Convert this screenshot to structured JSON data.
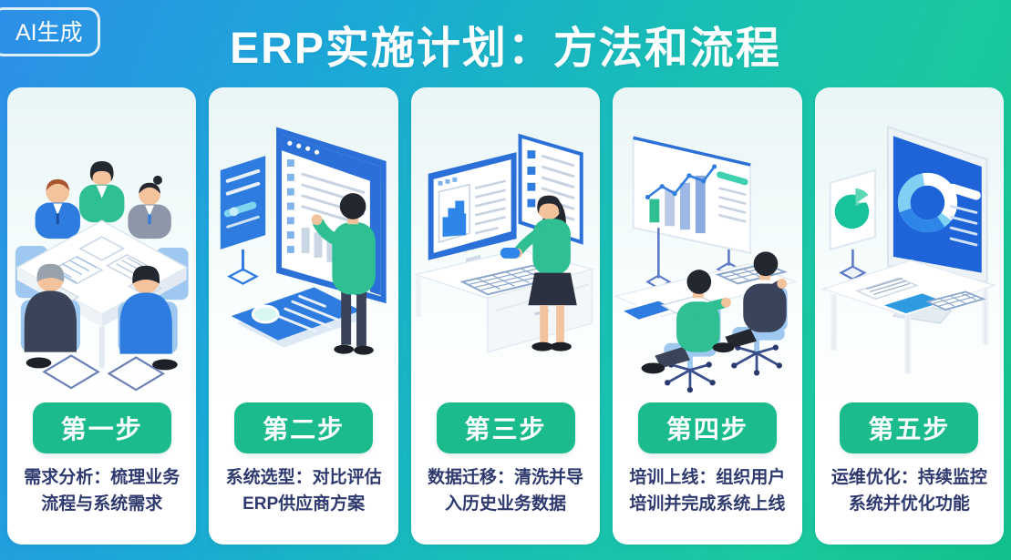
{
  "badge": {
    "label": "AI生成"
  },
  "header": {
    "title": "ERP实施计划：方法和流程"
  },
  "colors": {
    "accent_green": "#1cbb8e",
    "title_color": "#ffffff",
    "description_color": "#2e3a6e",
    "background_gradient": [
      "#2e8fe8",
      "#1aa9d6",
      "#18bfb4",
      "#1ac89e",
      "#12c08d"
    ],
    "illustration_blue": "#2e7ce0",
    "illustration_green": "#2fbf92"
  },
  "steps": [
    {
      "button": "第一步",
      "description": "需求分析：梳理业务流程与系统需求",
      "lines": [
        "需求分析：梳理业务",
        "流程与系统需求"
      ],
      "illustration": "team-meeting-around-table"
    },
    {
      "button": "第二步",
      "description": "系统选型：对比评估ERP供应商方案",
      "lines": [
        "系统选型：对比评估",
        "ERP供应商方案"
      ],
      "illustration": "person-comparing-vendor-screens"
    },
    {
      "button": "第三步",
      "description": "数据迁移：清洗并导入历史业务数据",
      "lines": [
        "数据迁移：清洗并导",
        "入历史业务数据"
      ],
      "illustration": "woman-at-workstation-data"
    },
    {
      "button": "第四步",
      "description": "培训上线：组织用户培训并完成系统上线",
      "lines": [
        "培训上线：组织用户",
        "培训并完成系统上线"
      ],
      "illustration": "training-two-people-whiteboard"
    },
    {
      "button": "第五步",
      "description": "运维优化：持续监控系统并优化功能",
      "lines": [
        "运维优化：持续监控",
        "系统并优化功能"
      ],
      "illustration": "monitoring-dashboards-desk"
    }
  ]
}
